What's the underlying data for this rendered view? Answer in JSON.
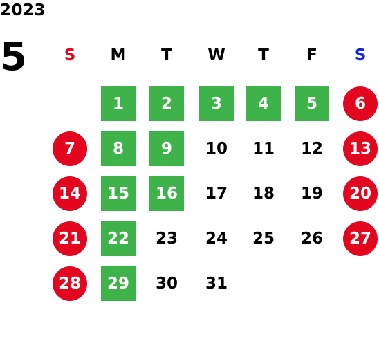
{
  "year": "2023",
  "month": "5",
  "weekday_headers": [
    {
      "label": "S",
      "color": "#e3061f"
    },
    {
      "label": "M",
      "color": "#000000"
    },
    {
      "label": "T",
      "color": "#000000"
    },
    {
      "label": "W",
      "color": "#000000"
    },
    {
      "label": "T",
      "color": "#000000"
    },
    {
      "label": "F",
      "color": "#000000"
    },
    {
      "label": "S",
      "color": "#1428d8"
    }
  ],
  "colors": {
    "holiday_red": "#e3061f",
    "highlight_green": "#3db34a",
    "saturday_blue": "#1428d8"
  },
  "weeks": [
    [
      null,
      {
        "day": "1",
        "style": "green"
      },
      {
        "day": "2",
        "style": "green"
      },
      {
        "day": "3",
        "style": "green"
      },
      {
        "day": "4",
        "style": "green"
      },
      {
        "day": "5",
        "style": "green"
      },
      {
        "day": "6",
        "style": "red"
      }
    ],
    [
      {
        "day": "7",
        "style": "red"
      },
      {
        "day": "8",
        "style": "green"
      },
      {
        "day": "9",
        "style": "green"
      },
      {
        "day": "10",
        "style": "plain"
      },
      {
        "day": "11",
        "style": "plain"
      },
      {
        "day": "12",
        "style": "plain"
      },
      {
        "day": "13",
        "style": "red"
      }
    ],
    [
      {
        "day": "14",
        "style": "red"
      },
      {
        "day": "15",
        "style": "green"
      },
      {
        "day": "16",
        "style": "green"
      },
      {
        "day": "17",
        "style": "plain"
      },
      {
        "day": "18",
        "style": "plain"
      },
      {
        "day": "19",
        "style": "plain"
      },
      {
        "day": "20",
        "style": "red"
      }
    ],
    [
      {
        "day": "21",
        "style": "red"
      },
      {
        "day": "22",
        "style": "green"
      },
      {
        "day": "23",
        "style": "plain"
      },
      {
        "day": "24",
        "style": "plain"
      },
      {
        "day": "25",
        "style": "plain"
      },
      {
        "day": "26",
        "style": "plain"
      },
      {
        "day": "27",
        "style": "red"
      }
    ],
    [
      {
        "day": "28",
        "style": "red"
      },
      {
        "day": "29",
        "style": "green"
      },
      {
        "day": "30",
        "style": "plain"
      },
      {
        "day": "31",
        "style": "plain"
      },
      null,
      null,
      null
    ]
  ]
}
